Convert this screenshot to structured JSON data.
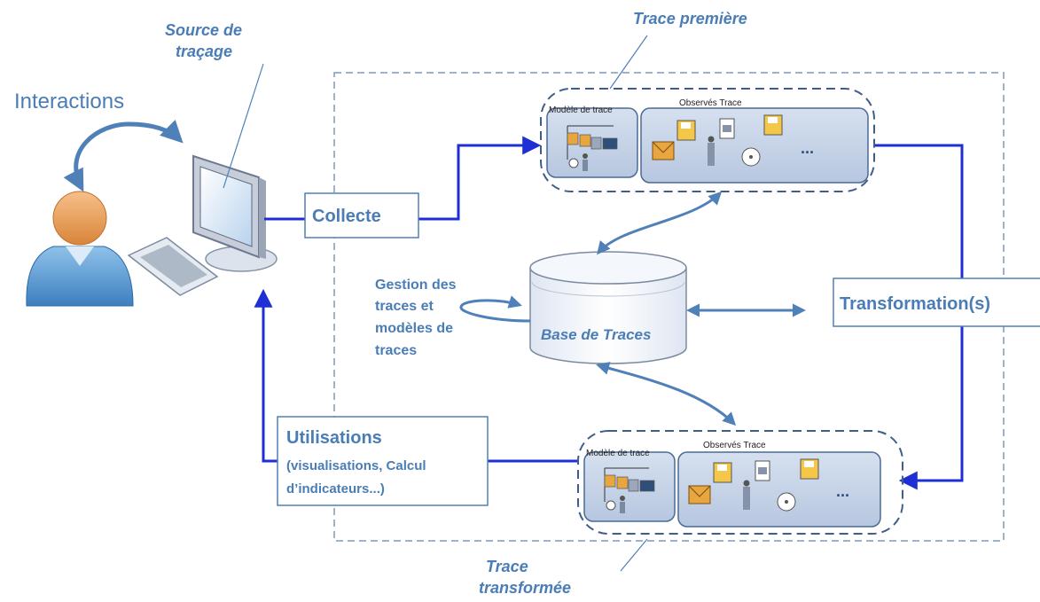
{
  "labels": {
    "source": [
      "Source de",
      "traçage"
    ],
    "interactions": "Interactions",
    "trace_premiere": "Trace première",
    "trace_transformee": [
      "Trace",
      "transformée"
    ],
    "collecte": "Collecte",
    "transformation": "Transformation(s)",
    "gestion": [
      "Gestion des",
      "traces et",
      "modèles de",
      "traces"
    ],
    "base": "Base de Traces",
    "utilisations_title": "Utilisations",
    "utilisations_body": [
      "(visualisations, Calcul",
      "d’indicateurs...)"
    ]
  },
  "trace_top": {
    "model_label": "Modèle de trace",
    "observes_label": "Observés Trace",
    "ellipsis": "..."
  },
  "trace_bottom": {
    "model_label": "Modèle de trace",
    "observes_label": "Observés Trace",
    "ellipsis": "..."
  },
  "colors": {
    "accent_text": "#4a7db5",
    "arrow_blue": "#1f2fd6",
    "steel_blue": "#4f80b8",
    "panel_fill": "#c9d6ea",
    "panel_stroke": "#4a6a96",
    "dash": "#7f9ab9"
  }
}
